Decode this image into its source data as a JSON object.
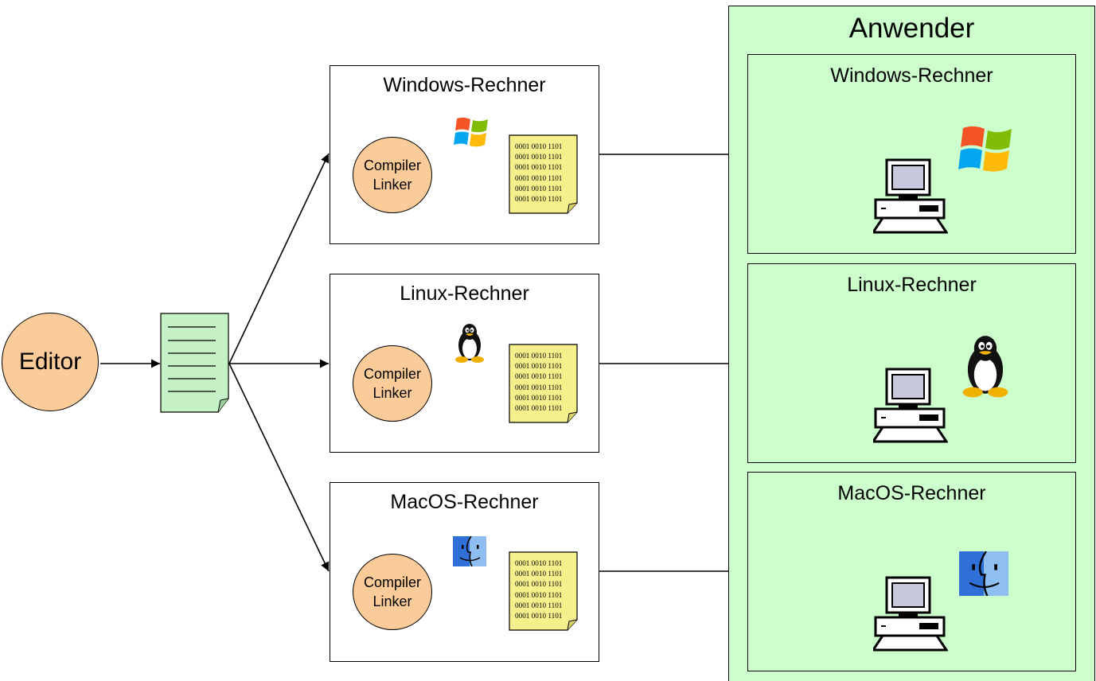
{
  "editor": {
    "label": "Editor"
  },
  "build_machines": [
    {
      "title": "Windows-Rechner",
      "tool_line1": "Compiler",
      "tool_line2": "Linker",
      "os_icon": "windows-logo-icon",
      "binary_lines": [
        "0001 0010 1101",
        "0001 0010 1101",
        "0001 0010 1101",
        "0001 0010 1101",
        "0001 0010 1101",
        "0001 0010 1101"
      ]
    },
    {
      "title": "Linux-Rechner",
      "tool_line1": "Compiler",
      "tool_line2": "Linker",
      "os_icon": "tux-penguin-icon",
      "binary_lines": [
        "0001 0010 1101",
        "0001 0010 1101",
        "0001 0010 1101",
        "0001 0010 1101",
        "0001 0010 1101",
        "0001 0010 1101"
      ]
    },
    {
      "title": "MacOS-Rechner",
      "tool_line1": "Compiler",
      "tool_line2": "Linker",
      "os_icon": "macos-finder-icon",
      "binary_lines": [
        "0001 0010 1101",
        "0001 0010 1101",
        "0001 0010 1101",
        "0001 0010 1101",
        "0001 0010 1101",
        "0001 0010 1101"
      ]
    }
  ],
  "user_area": {
    "title": "Anwender",
    "machines": [
      {
        "title": "Windows-Rechner",
        "os_icon": "windows-logo-icon",
        "device_icon": "desktop-computer-icon"
      },
      {
        "title": "Linux-Rechner",
        "os_icon": "tux-penguin-icon",
        "device_icon": "desktop-computer-icon"
      },
      {
        "title": "MacOS-Rechner",
        "os_icon": "macos-finder-icon",
        "device_icon": "desktop-computer-icon"
      }
    ]
  },
  "colors": {
    "circle_fill": "#fbcb9a",
    "source_file_fill": "#c6f0c6",
    "binary_file_fill": "#f5f08c",
    "user_area_fill": "#ccffcc"
  }
}
